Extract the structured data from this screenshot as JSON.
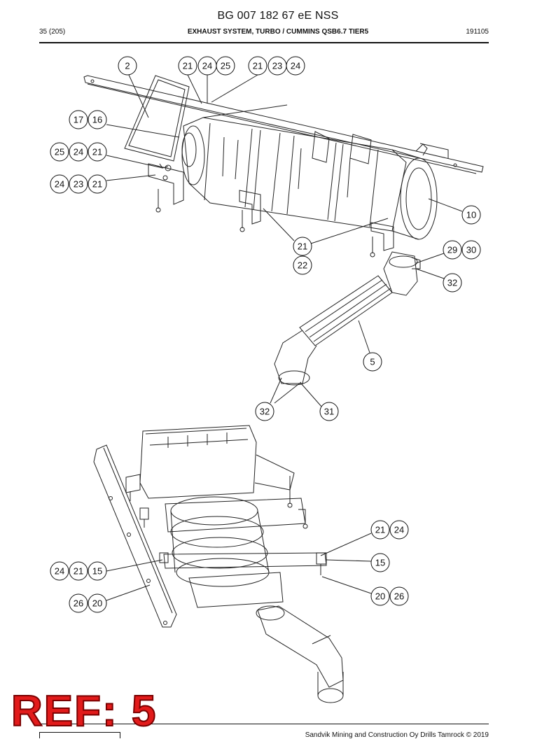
{
  "header": {
    "doc_number": "BG 007 182 67 eE NSS",
    "page_ref": "35 (205)",
    "section_title": "EXHAUST SYSTEM, TURBO / CUMMINS QSB6.7 TIER5",
    "date_code": "191105"
  },
  "ref_stamp": "REF: 5",
  "footer": {
    "copyright": "Sandvik Mining and Construction Oy Drills Tamrock © 2019"
  },
  "callouts": [
    {
      "id": "c1",
      "label": "2"
    },
    {
      "id": "c2",
      "label": "21"
    },
    {
      "id": "c3",
      "label": "24"
    },
    {
      "id": "c4",
      "label": "25"
    },
    {
      "id": "c5",
      "label": "21"
    },
    {
      "id": "c6",
      "label": "23"
    },
    {
      "id": "c7",
      "label": "24"
    },
    {
      "id": "c8",
      "label": "17"
    },
    {
      "id": "c9",
      "label": "16"
    },
    {
      "id": "c10",
      "label": "25"
    },
    {
      "id": "c11",
      "label": "24"
    },
    {
      "id": "c12",
      "label": "21"
    },
    {
      "id": "c13",
      "label": "24"
    },
    {
      "id": "c14",
      "label": "23"
    },
    {
      "id": "c15",
      "label": "21"
    },
    {
      "id": "c16",
      "label": "10"
    },
    {
      "id": "c17",
      "label": "21"
    },
    {
      "id": "c18",
      "label": "22"
    },
    {
      "id": "c19",
      "label": "29"
    },
    {
      "id": "c20",
      "label": "30"
    },
    {
      "id": "c21",
      "label": "32"
    },
    {
      "id": "c22",
      "label": "5"
    },
    {
      "id": "c23",
      "label": "32"
    },
    {
      "id": "c24",
      "label": "31"
    },
    {
      "id": "c25",
      "label": "21"
    },
    {
      "id": "c26",
      "label": "24"
    },
    {
      "id": "c27",
      "label": "15"
    },
    {
      "id": "c28",
      "label": "24"
    },
    {
      "id": "c29",
      "label": "21"
    },
    {
      "id": "c30",
      "label": "15"
    },
    {
      "id": "c31",
      "label": "20"
    },
    {
      "id": "c32",
      "label": "26"
    },
    {
      "id": "c33",
      "label": "26"
    },
    {
      "id": "c34",
      "label": "20"
    }
  ]
}
